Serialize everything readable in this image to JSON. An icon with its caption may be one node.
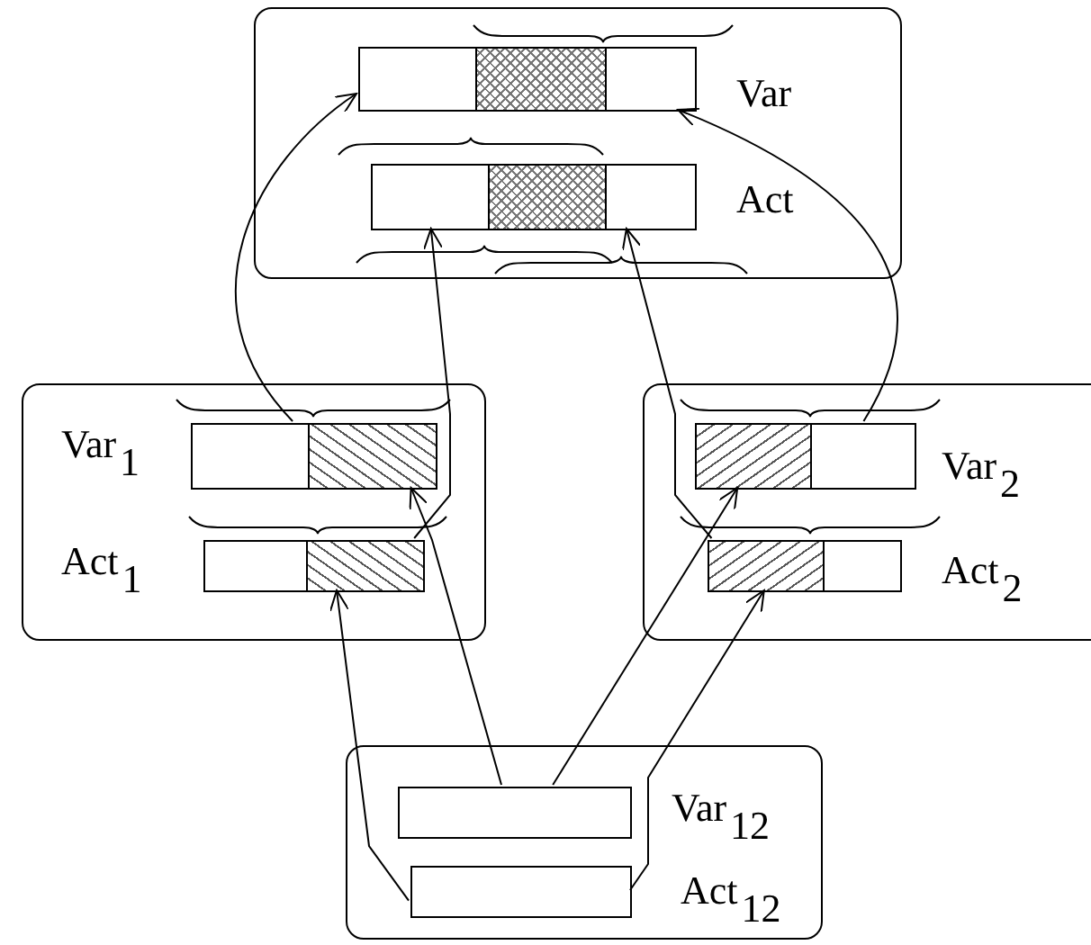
{
  "diagram": {
    "nodes": [
      {
        "text": [],
        "shape": "box"
      },
      {
        "text": [],
        "shape": "bar",
        "in": 0,
        "beside": [
          "Var"
        ]
      },
      {
        "text": [],
        "shape": "bar",
        "in": 0,
        "beside": [
          "Act"
        ]
      },
      {
        "text": [],
        "shape": "box"
      },
      {
        "text": [],
        "shape": "bar",
        "in": 3,
        "beside": [
          "Var$_{1}$"
        ]
      },
      {
        "text": [],
        "shape": "bar",
        "in": 3,
        "beside": [
          "Act$_{1}$"
        ]
      },
      {
        "text": [],
        "shape": "box"
      },
      {
        "text": [],
        "shape": "bar",
        "in": 6,
        "beside": [
          "Var$_{2}$"
        ]
      },
      {
        "text": [],
        "shape": "bar",
        "in": 6,
        "beside": [
          "Act$_{2}$"
        ]
      },
      {
        "text": [],
        "shape": "box"
      },
      {
        "text": [],
        "shape": "bar",
        "in": 9,
        "beside": [
          "Var$_{12}$"
        ]
      },
      {
        "text": [],
        "shape": "bar",
        "in": 9,
        "beside": [
          "Act$_{12}$"
        ]
      }
    ],
    "edges": [
      {
        "from": 10,
        "to": 4,
        "arrow": "to"
      },
      {
        "from": 10,
        "to": 7,
        "arrow": "to"
      },
      {
        "from": 11,
        "to": 5,
        "arrow": "to"
      },
      {
        "from": 11,
        "to": 8,
        "arrow": "to"
      },
      {
        "from": 4,
        "to": 1,
        "arrow": "to"
      },
      {
        "from": 5,
        "to": 2,
        "arrow": "to"
      },
      {
        "from": 7,
        "to": 1,
        "arrow": "to"
      },
      {
        "from": 8,
        "to": 2,
        "arrow": "to"
      }
    ]
  }
}
